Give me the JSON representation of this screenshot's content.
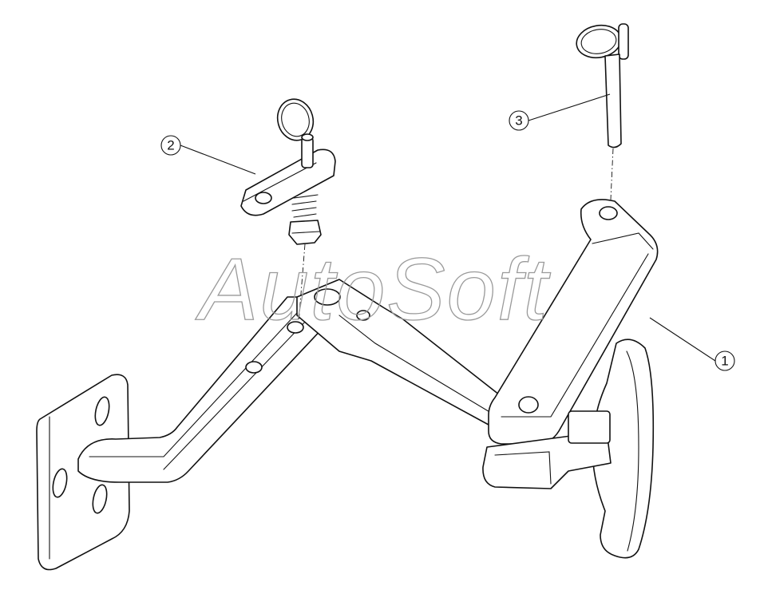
{
  "watermark": {
    "text": "AutoSoft",
    "color": "#9a9a9a"
  },
  "callouts": [
    {
      "label": "1"
    },
    {
      "label": "2"
    },
    {
      "label": "3"
    }
  ],
  "colors": {
    "line": "#111111",
    "background": "#ffffff"
  }
}
